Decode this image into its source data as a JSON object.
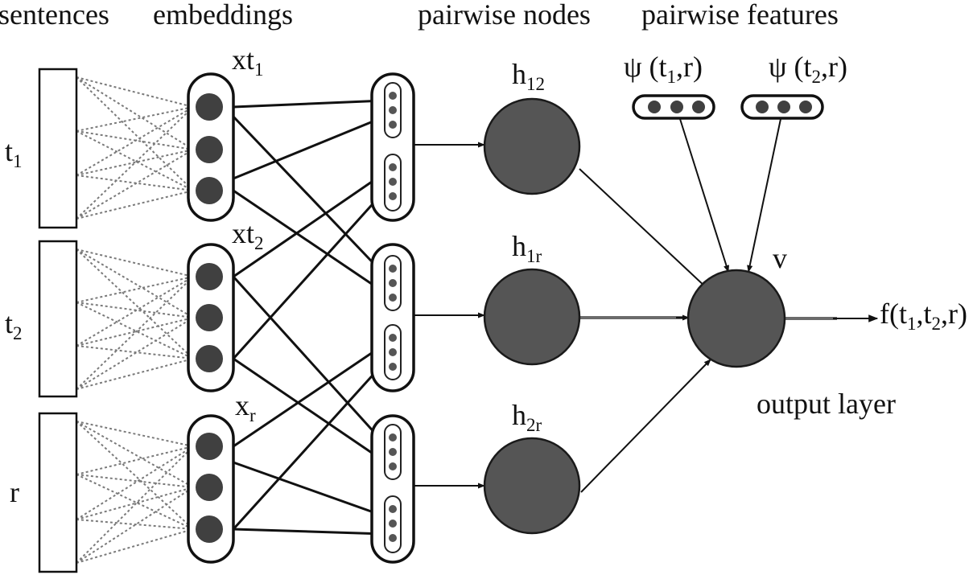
{
  "headers": {
    "sentences": "sentences",
    "embeddings": "embeddings",
    "pairwise_nodes": "pairwise nodes",
    "pairwise_features": "pairwise features"
  },
  "sentences": [
    {
      "main": "t",
      "sub": "1"
    },
    {
      "main": "t",
      "sub": "2"
    },
    {
      "main": "r",
      "sub": ""
    }
  ],
  "embeddings": [
    {
      "main": "xt",
      "sub": "1"
    },
    {
      "main": "xt",
      "sub": "2"
    },
    {
      "main": "x",
      "sub": "r"
    }
  ],
  "hidden_nodes": [
    {
      "main": "h",
      "sub": "12"
    },
    {
      "main": "h",
      "sub": "1r"
    },
    {
      "main": "h",
      "sub": "2r"
    }
  ],
  "features": [
    {
      "pre": "ψ (t",
      "sub": "1",
      "post": ",r)"
    },
    {
      "pre": "ψ (t",
      "sub": "2",
      "post": ",r)"
    }
  ],
  "output_node": {
    "label": "v"
  },
  "output_fn": {
    "pre": "f(t",
    "sub1": "1",
    "mid": ",t",
    "sub2": "2",
    "post": ",r)"
  },
  "output_layer": "output layer"
}
